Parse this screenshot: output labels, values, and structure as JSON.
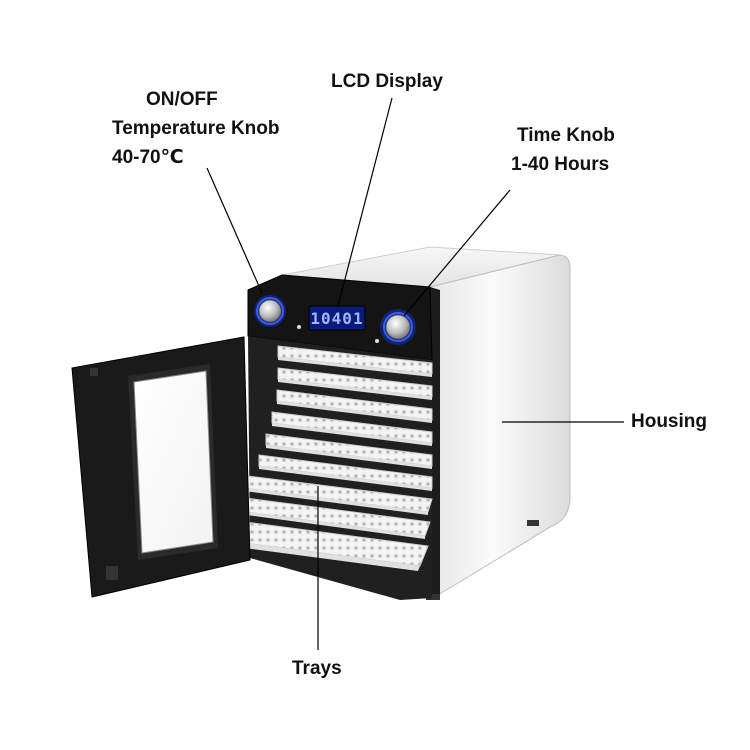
{
  "labels": {
    "temperature_knob": [
      "ON/OFF",
      "Temperature Knob",
      "40-70℃"
    ],
    "lcd_display": "LCD Display",
    "time_knob": [
      "Time Knob",
      "1-40 Hours"
    ],
    "housing": "Housing",
    "trays": "Trays"
  },
  "device": {
    "lcd_readout": "10401",
    "tray_count": 9,
    "colors": {
      "housing": "#f4f4f4",
      "panel": "#141414",
      "lcd_background": "#0a1a7a",
      "lcd_digits": "#9fb6ff",
      "knob_ring": "#2f4de0",
      "tray": "#f0f0f0",
      "door": "#1a1a1a"
    }
  }
}
